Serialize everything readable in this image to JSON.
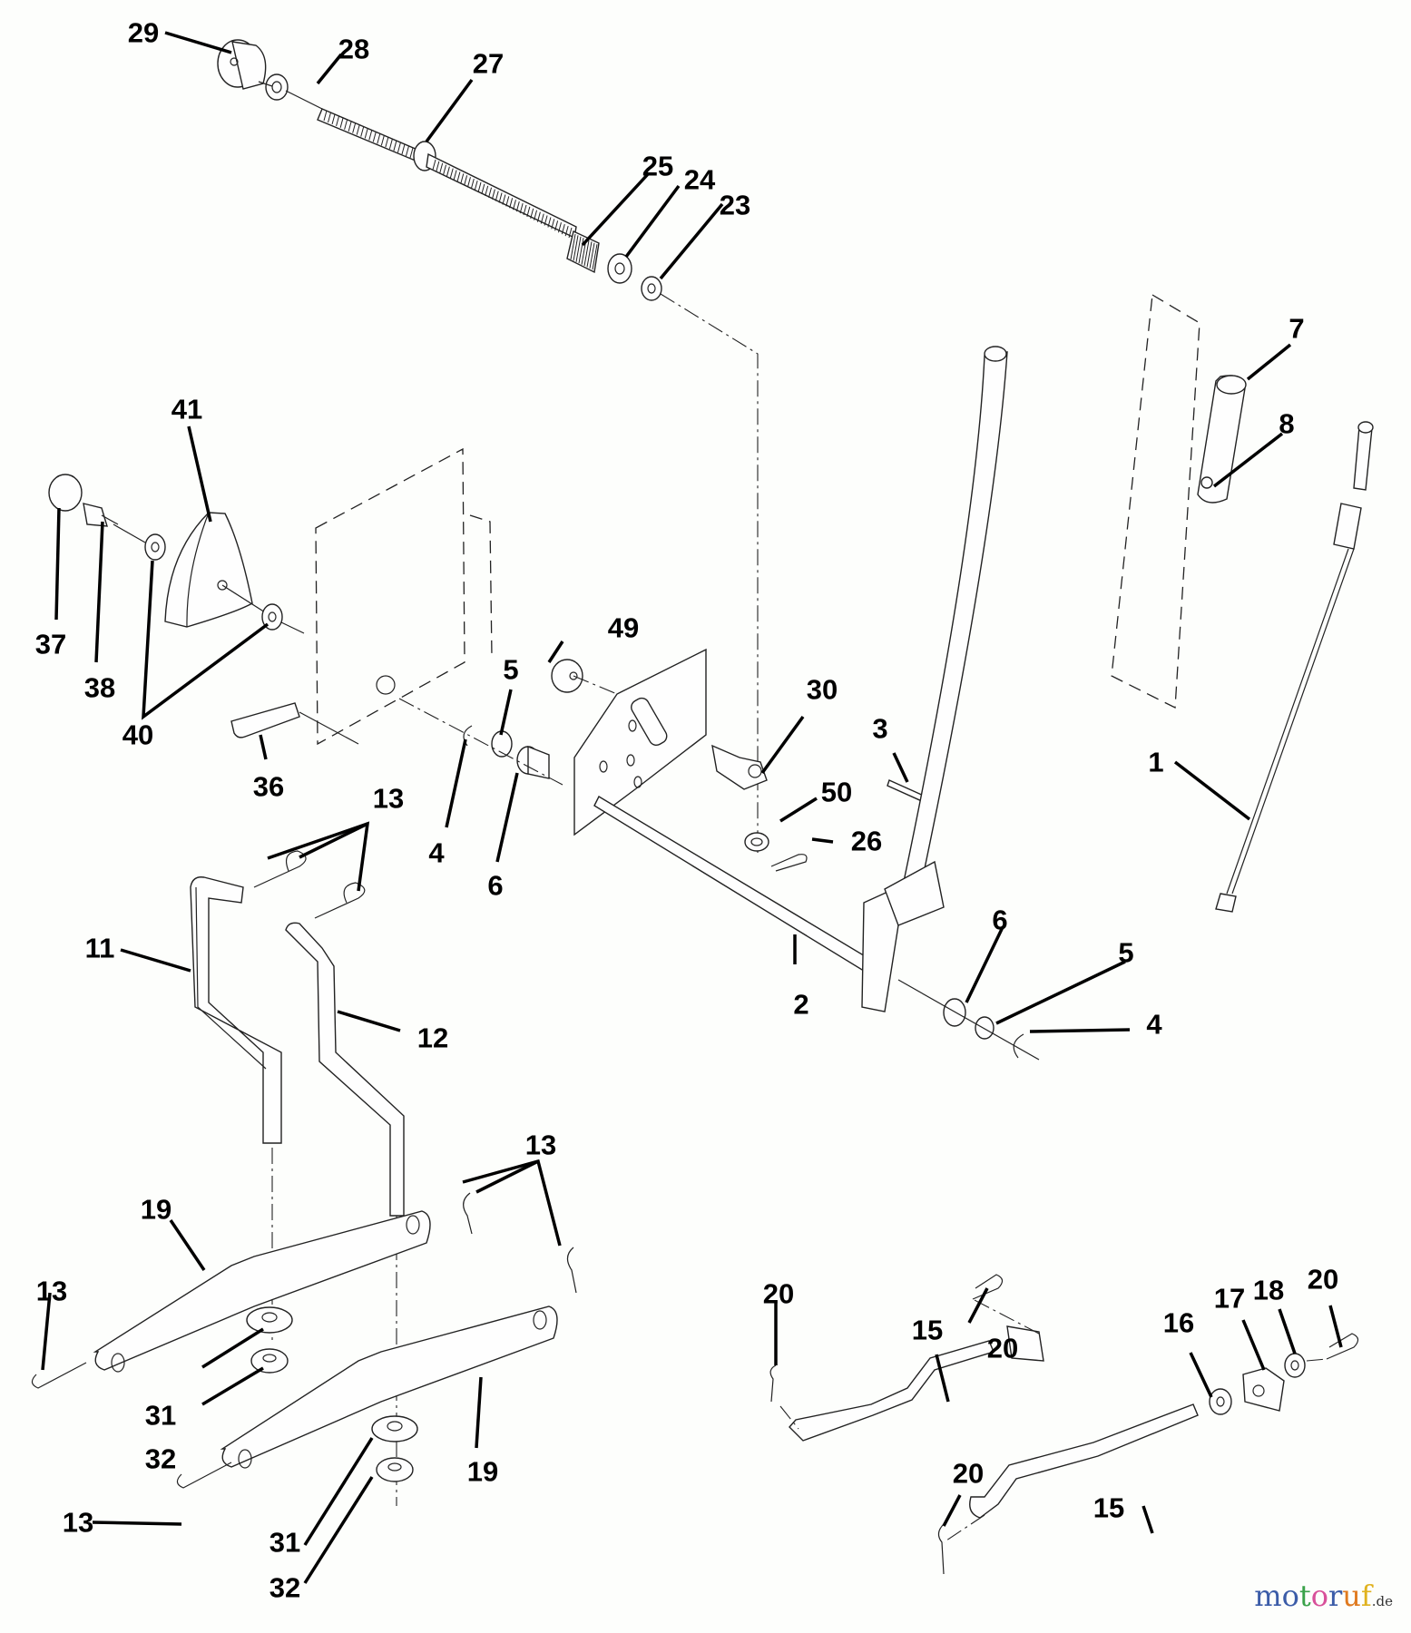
{
  "diagram": {
    "type": "exploded-parts-diagram",
    "subject": "lift / height-adjustment linkage assembly",
    "callouts": [
      {
        "id": "c1",
        "label": "1"
      },
      {
        "id": "c2",
        "label": "2"
      },
      {
        "id": "c3",
        "label": "3"
      },
      {
        "id": "c4a",
        "label": "4"
      },
      {
        "id": "c4b",
        "label": "4"
      },
      {
        "id": "c5a",
        "label": "5"
      },
      {
        "id": "c5b",
        "label": "5"
      },
      {
        "id": "c6a",
        "label": "6"
      },
      {
        "id": "c6b",
        "label": "6"
      },
      {
        "id": "c7",
        "label": "7"
      },
      {
        "id": "c8",
        "label": "8"
      },
      {
        "id": "c11",
        "label": "11"
      },
      {
        "id": "c12",
        "label": "12"
      },
      {
        "id": "c13a",
        "label": "13"
      },
      {
        "id": "c13b",
        "label": "13"
      },
      {
        "id": "c13c",
        "label": "13"
      },
      {
        "id": "c13d",
        "label": "13"
      },
      {
        "id": "c15a",
        "label": "15"
      },
      {
        "id": "c15b",
        "label": "15"
      },
      {
        "id": "c16",
        "label": "16"
      },
      {
        "id": "c17",
        "label": "17"
      },
      {
        "id": "c18",
        "label": "18"
      },
      {
        "id": "c19a",
        "label": "19"
      },
      {
        "id": "c19b",
        "label": "19"
      },
      {
        "id": "c20a",
        "label": "20"
      },
      {
        "id": "c20b",
        "label": "20"
      },
      {
        "id": "c20c",
        "label": "20"
      },
      {
        "id": "c20d",
        "label": "20"
      },
      {
        "id": "c23",
        "label": "23"
      },
      {
        "id": "c24",
        "label": "24"
      },
      {
        "id": "c25",
        "label": "25"
      },
      {
        "id": "c26",
        "label": "26"
      },
      {
        "id": "c27",
        "label": "27"
      },
      {
        "id": "c28",
        "label": "28"
      },
      {
        "id": "c29",
        "label": "29"
      },
      {
        "id": "c30",
        "label": "30"
      },
      {
        "id": "c31a",
        "label": "31"
      },
      {
        "id": "c31b",
        "label": "31"
      },
      {
        "id": "c32a",
        "label": "32"
      },
      {
        "id": "c32b",
        "label": "32"
      },
      {
        "id": "c36",
        "label": "36"
      },
      {
        "id": "c37",
        "label": "37"
      },
      {
        "id": "c38",
        "label": "38"
      },
      {
        "id": "c40",
        "label": "40"
      },
      {
        "id": "c41",
        "label": "41"
      },
      {
        "id": "c49",
        "label": "49"
      },
      {
        "id": "c50",
        "label": "50"
      }
    ]
  },
  "watermark": {
    "letters": [
      {
        "ch": "m",
        "color": "#3b5ca8"
      },
      {
        "ch": "o",
        "color": "#3b5ca8"
      },
      {
        "ch": "t",
        "color": "#3aa24a"
      },
      {
        "ch": "o",
        "color": "#d8509a"
      },
      {
        "ch": "r",
        "color": "#3b5ca8"
      },
      {
        "ch": "u",
        "color": "#e07a1f"
      },
      {
        "ch": "f",
        "color": "#e0b21f"
      }
    ],
    "domain": ".de"
  }
}
